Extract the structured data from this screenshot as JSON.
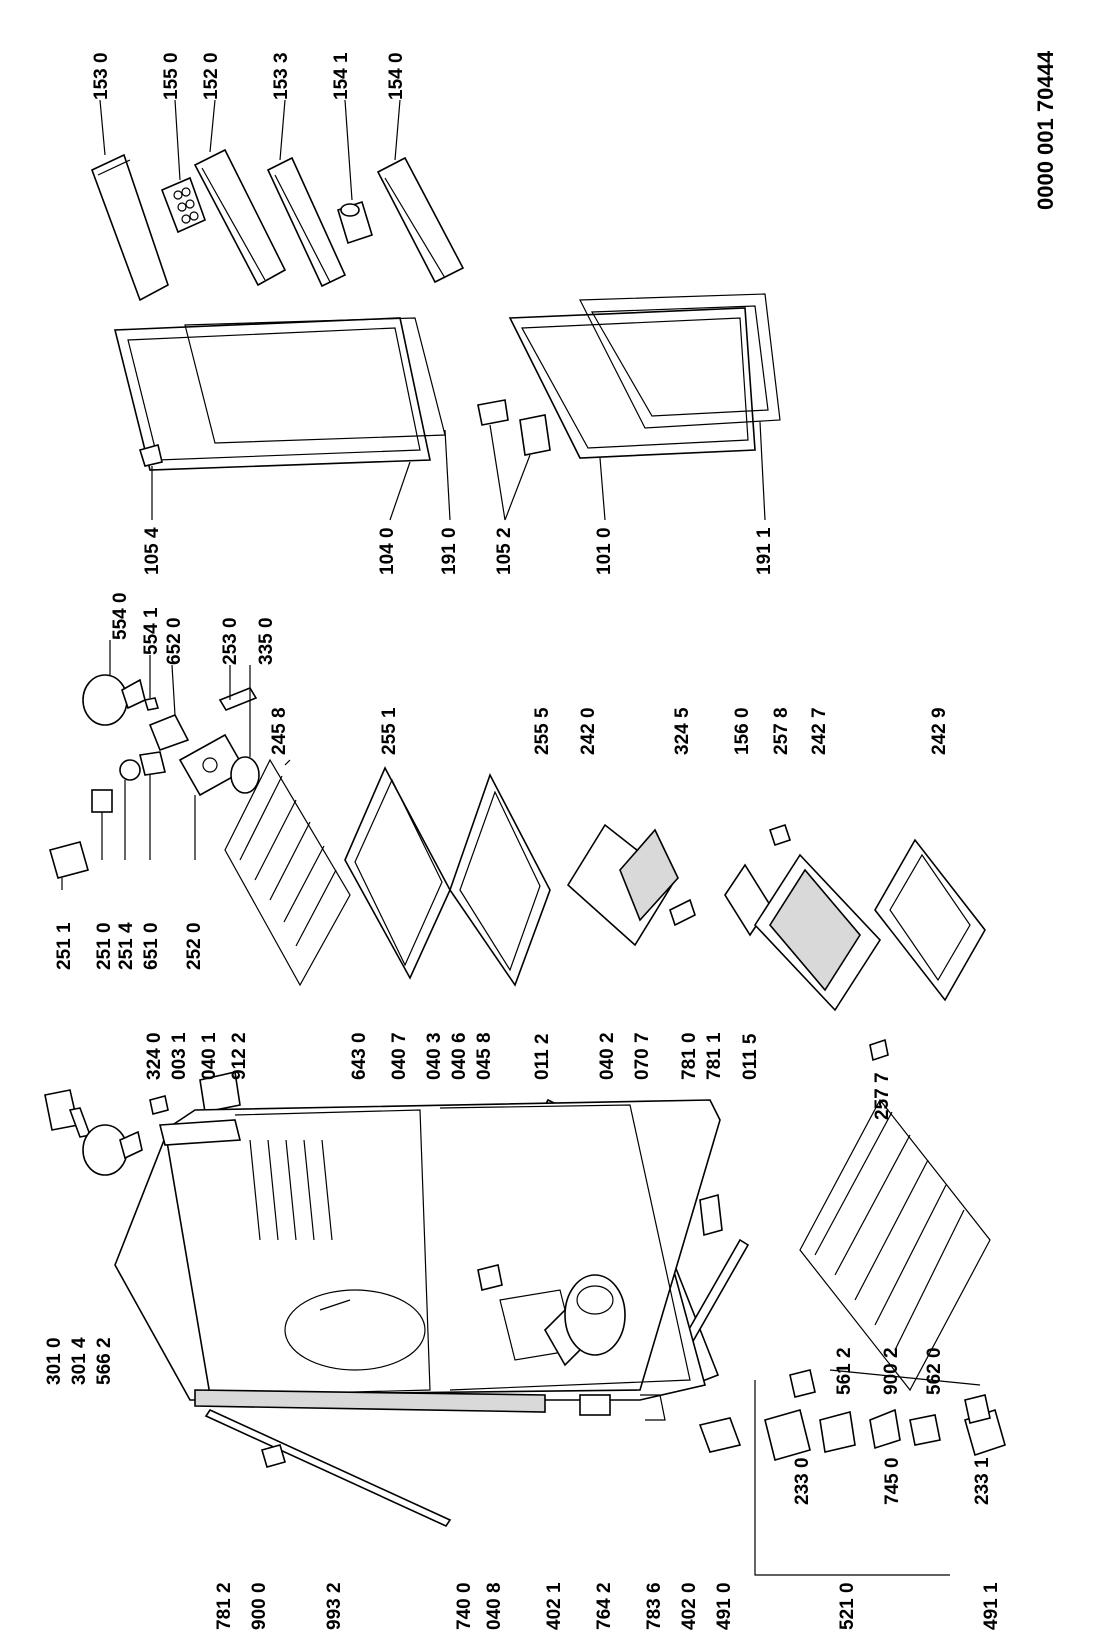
{
  "catalog_number": "0000 001 70444",
  "labels": [
    "153 0",
    "155 0",
    "152 0",
    "153 3",
    "154 1",
    "154 0",
    "554 0",
    "554 1",
    "652 0",
    "253 0",
    "335 0",
    "105 4",
    "104 0",
    "191 0",
    "105 2",
    "101 0",
    "191 1",
    "251 1",
    "251 0",
    "251 4",
    "651 0",
    "252 0",
    "245 8",
    "255 1",
    "255 5",
    "242 0",
    "324 5",
    "156 0",
    "257 8",
    "242 7",
    "242 9",
    "324 0",
    "003 1",
    "040 1",
    "912 2",
    "643 0",
    "040 7",
    "040 3",
    "040 6",
    "045 8",
    "011 2",
    "040 2",
    "070 7",
    "781 0",
    "781 1",
    "011 5",
    "257 7",
    "301 0",
    "301 4",
    "566 2",
    "781 2",
    "900 0",
    "993 2",
    "740 0",
    "040 8",
    "402 1",
    "764 2",
    "783 6",
    "402 0",
    "491 0",
    "521 0",
    "561 2",
    "900 2",
    "562 0",
    "491 1",
    "233 0",
    "745 0",
    "233 1"
  ]
}
